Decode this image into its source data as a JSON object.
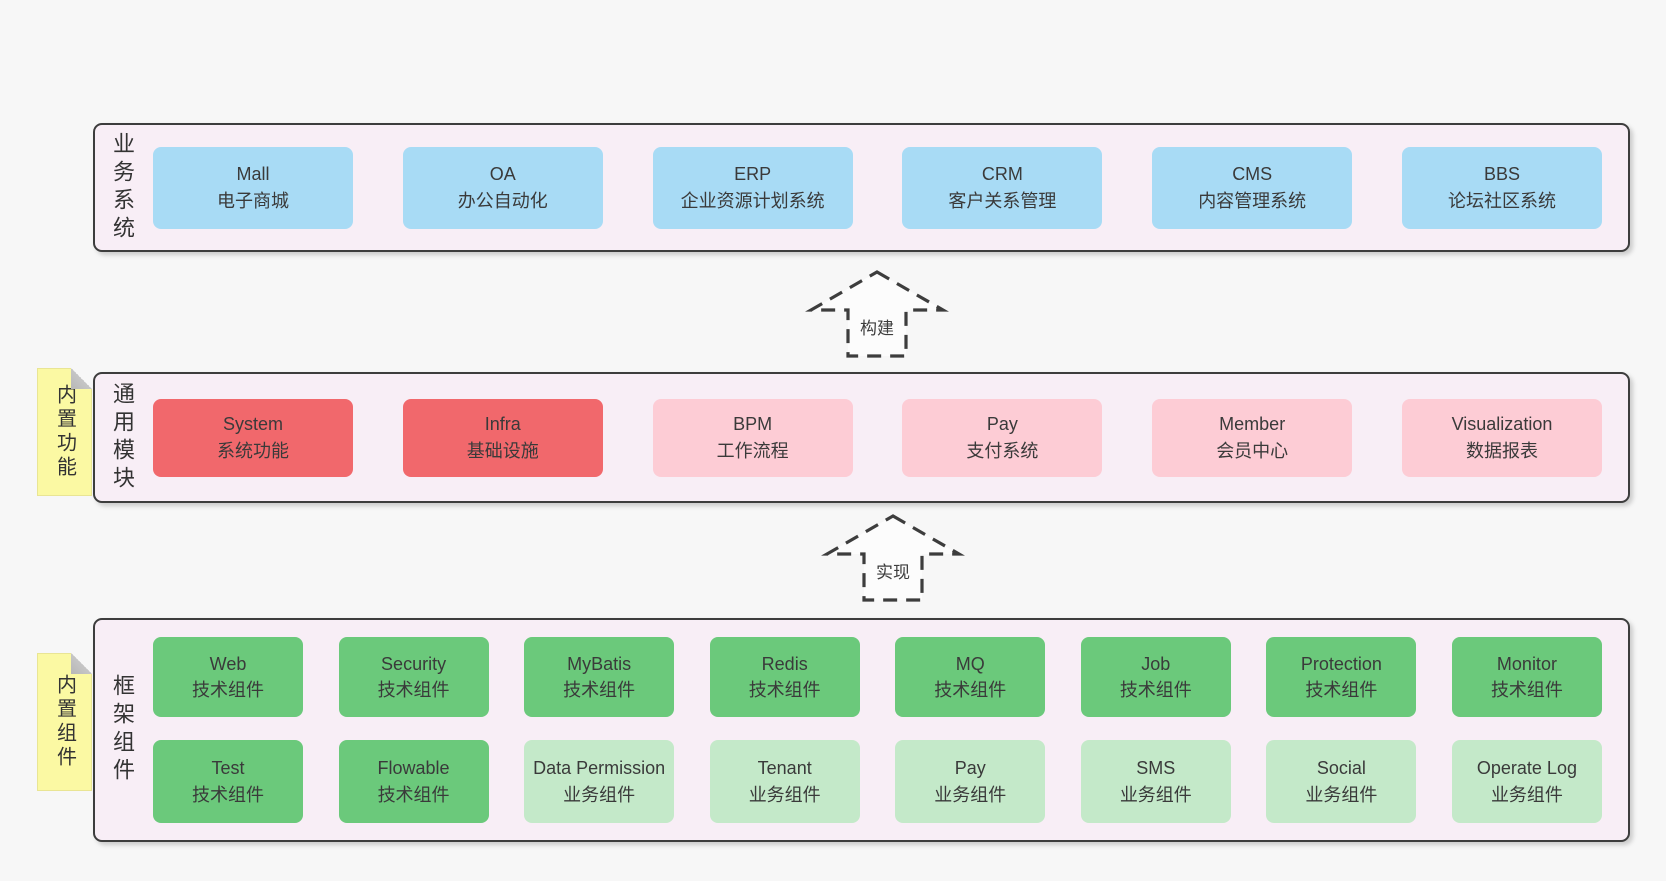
{
  "colors": {
    "page_bg": "#f7f7f7",
    "panel_bg": "#f8eef6",
    "panel_border": "#3d3d3d",
    "blue_box": "#a8dbf5",
    "red_box": "#f1686c",
    "pink_box": "#fdccd5",
    "green_dark_box": "#6bc97b",
    "green_light_box": "#c4e9c9",
    "sticky_yellow": "#fbf9a3",
    "fold_gray": "#c6c6c6",
    "text": "#3a3a3a"
  },
  "business": {
    "label": "业务系统",
    "items": [
      {
        "title": "Mall",
        "subtitle": "电子商城"
      },
      {
        "title": "OA",
        "subtitle": "办公自动化"
      },
      {
        "title": "ERP",
        "subtitle": "企业资源计划系统"
      },
      {
        "title": "CRM",
        "subtitle": "客户关系管理"
      },
      {
        "title": "CMS",
        "subtitle": "内容管理系统"
      },
      {
        "title": "BBS",
        "subtitle": "论坛社区系统"
      }
    ]
  },
  "arrows": {
    "build": "构建",
    "implement": "实现"
  },
  "modules": {
    "label": "通用模块",
    "sticky": "内置功能",
    "items": [
      {
        "title": "System",
        "subtitle": "系统功能"
      },
      {
        "title": "Infra",
        "subtitle": "基础设施"
      },
      {
        "title": "BPM",
        "subtitle": "工作流程"
      },
      {
        "title": "Pay",
        "subtitle": "支付系统"
      },
      {
        "title": "Member",
        "subtitle": "会员中心"
      },
      {
        "title": "Visualization",
        "subtitle": "数据报表"
      }
    ]
  },
  "components": {
    "label": "框架组件",
    "sticky": "内置组件",
    "row1": [
      {
        "title": "Web",
        "subtitle": "技术组件"
      },
      {
        "title": "Security",
        "subtitle": "技术组件"
      },
      {
        "title": "MyBatis",
        "subtitle": "技术组件"
      },
      {
        "title": "Redis",
        "subtitle": "技术组件"
      },
      {
        "title": "MQ",
        "subtitle": "技术组件"
      },
      {
        "title": "Job",
        "subtitle": "技术组件"
      },
      {
        "title": "Protection",
        "subtitle": "技术组件"
      },
      {
        "title": "Monitor",
        "subtitle": "技术组件"
      }
    ],
    "row2": [
      {
        "title": "Test",
        "subtitle": "技术组件"
      },
      {
        "title": "Flowable",
        "subtitle": "技术组件"
      },
      {
        "title": "Data Permission",
        "subtitle": "业务组件"
      },
      {
        "title": "Tenant",
        "subtitle": "业务组件"
      },
      {
        "title": "Pay",
        "subtitle": "业务组件"
      },
      {
        "title": "SMS",
        "subtitle": "业务组件"
      },
      {
        "title": "Social",
        "subtitle": "业务组件"
      },
      {
        "title": "Operate Log",
        "subtitle": "业务组件"
      }
    ]
  }
}
